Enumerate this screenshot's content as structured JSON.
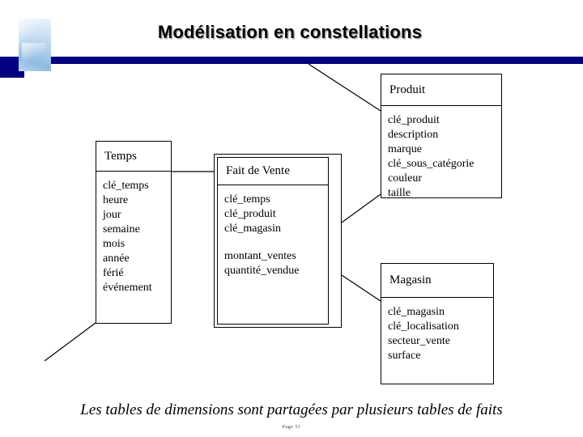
{
  "slide": {
    "title": "Modélisation en constellations",
    "caption": "Les tables de dimensions sont partagées par plusieurs tables de faits",
    "page_number": "Page 51",
    "colors": {
      "header_bar": "#000080",
      "text": "#000000",
      "background": "#ffffff",
      "logo_tint": "#a9cbe8"
    }
  },
  "entities": {
    "temps": {
      "name": "Temps",
      "fields": [
        "clé_temps",
        "heure",
        "jour",
        "semaine",
        "mois",
        "année",
        "férié",
        "événement"
      ]
    },
    "fait_de_vente": {
      "name": "Fait de Vente",
      "keys": [
        "clé_temps",
        "clé_produit",
        "clé_magasin"
      ],
      "measures": [
        "montant_ventes",
        "quantité_vendue"
      ]
    },
    "produit": {
      "name": "Produit",
      "fields": [
        "clé_produit",
        "description",
        "marque",
        "clé_sous_catégorie",
        "couleur",
        "taille"
      ]
    },
    "magasin": {
      "name": "Magasin",
      "fields": [
        "clé_magasin",
        "clé_localisation",
        "secteur_vente",
        "surface"
      ]
    }
  },
  "links": [
    {
      "from": "produit",
      "to": "offscreen-top",
      "type": "diagonal"
    },
    {
      "from": "temps",
      "to": "fait_de_vente",
      "type": "horizontal"
    },
    {
      "from": "fait_de_vente",
      "to": "produit",
      "type": "diagonal"
    },
    {
      "from": "fait_de_vente",
      "to": "magasin",
      "type": "diagonal"
    },
    {
      "from": "temps",
      "to": "offscreen-bottom-left",
      "type": "diagonal"
    }
  ]
}
